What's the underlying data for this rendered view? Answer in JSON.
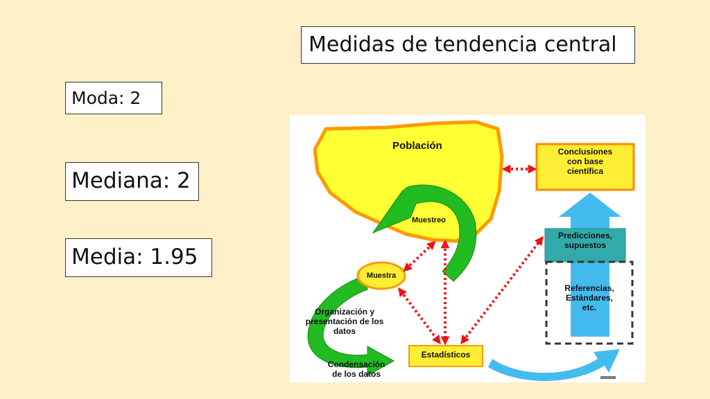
{
  "title": "Medidas de tendencia central",
  "moda": "Moda: 2",
  "mediana": "Mediana: 2",
  "media": "Media: 1.95",
  "diagram": {
    "poblacion": "Población",
    "conclusiones": [
      "Conclusiones",
      "con base",
      "científica"
    ],
    "muestreo": "Muestreo",
    "muestra": "Muestra",
    "predicciones": [
      "Predicciones,",
      "supuestos"
    ],
    "referencias": [
      "Referencias,",
      "Estándares,",
      "etc."
    ],
    "organizacion": [
      "Organización y",
      "presentación de los",
      "datos"
    ],
    "condensacion": [
      "Condensación",
      "de los datos"
    ],
    "estadisticos": "Estadísticos"
  },
  "colors": {
    "background": "#fdf0c8",
    "cloud_fill": "#ffff33",
    "cloud_stroke": "#ff9900",
    "arrow_green": "#22bb22",
    "arrow_blue": "#44bbee",
    "dotted_red": "#ee1111",
    "predicciones_fill": "#33aaaa"
  }
}
